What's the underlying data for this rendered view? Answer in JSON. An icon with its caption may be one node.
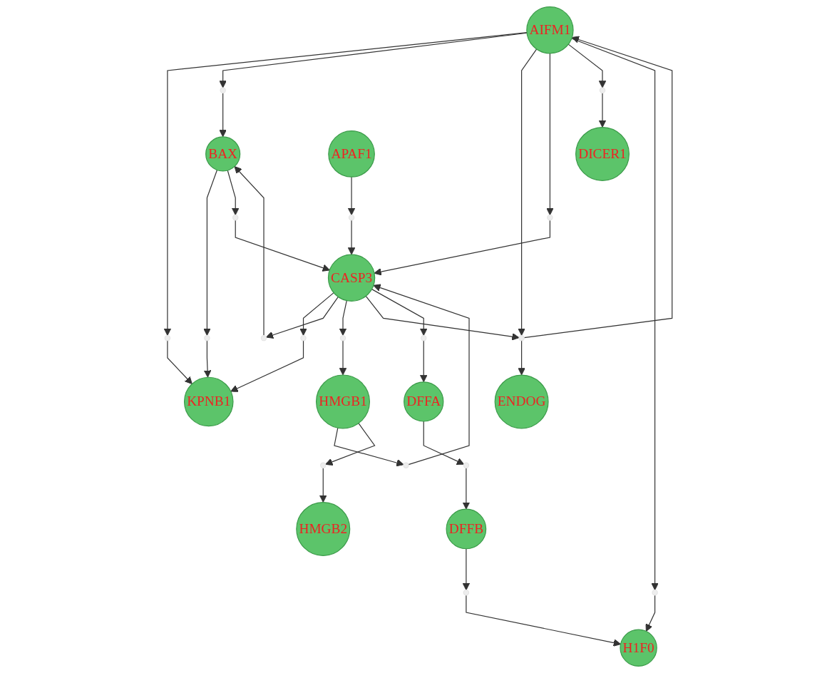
{
  "diagram": {
    "nodes": [
      {
        "text": [],
        "shape": "circle"
      },
      {
        "text": [
          "BAX"
        ]
      },
      {
        "text": [
          "KPNB1"
        ]
      },
      {
        "text": [],
        "shape": "circle"
      },
      {
        "text": [],
        "shape": "circle"
      },
      {
        "text": [],
        "shape": "circle"
      },
      {
        "text": [],
        "shape": "circle"
      },
      {
        "text": [],
        "shape": "circle"
      },
      {
        "text": [],
        "shape": "circle"
      },
      {
        "text": [],
        "shape": "circle"
      },
      {
        "text": [
          "HMGB1"
        ]
      },
      {
        "text": [
          "ENDOG"
        ]
      },
      {
        "text": [
          "CASP3"
        ]
      },
      {
        "text": [],
        "shape": "circle"
      },
      {
        "text": [],
        "shape": "circle"
      },
      {
        "text": [
          "AIFM1"
        ]
      },
      {
        "text": [
          "HMGB2"
        ]
      },
      {
        "text": [],
        "shape": "circle"
      },
      {
        "text": [],
        "shape": "circle"
      },
      {
        "text": [],
        "shape": "circle"
      },
      {
        "text": [],
        "shape": "circle"
      },
      {
        "text": [
          "DICER1"
        ]
      },
      {
        "text": [],
        "shape": "circle"
      },
      {
        "text": [
          "APAF1"
        ]
      },
      {
        "text": [
          "DFFA"
        ]
      },
      {
        "text": [
          "H1F0"
        ]
      },
      {
        "text": [],
        "shape": "circle"
      },
      {
        "text": [],
        "shape": "circle"
      },
      {
        "text": [
          "DFFB"
        ]
      }
    ],
    "edges": [
      {
        "from": 1,
        "to": 0,
        "arrow": "to"
      },
      {
        "from": 0,
        "to": 2,
        "arrow": "to"
      },
      {
        "from": 15,
        "to": 7,
        "arrow": "to"
      },
      {
        "from": 7,
        "to": 2,
        "arrow": "to"
      },
      {
        "from": 15,
        "to": 6,
        "arrow": "to"
      },
      {
        "from": 6,
        "to": 1,
        "arrow": "to"
      },
      {
        "from": 12,
        "to": 5,
        "arrow": "to"
      },
      {
        "from": 5,
        "to": 2,
        "arrow": "to"
      },
      {
        "from": 12,
        "to": 4,
        "arrow": "to"
      },
      {
        "from": 4,
        "to": 1,
        "arrow": "to"
      },
      {
        "from": 1,
        "to": 3,
        "arrow": "to"
      },
      {
        "from": 3,
        "to": 12,
        "arrow": "to"
      },
      {
        "from": 12,
        "to": 8,
        "arrow": "to"
      },
      {
        "from": 8,
        "to": 10,
        "arrow": "to"
      },
      {
        "from": 10,
        "to": 14,
        "arrow": "to"
      },
      {
        "from": 14,
        "to": 12,
        "arrow": "to"
      },
      {
        "from": 10,
        "to": 9,
        "arrow": "to"
      },
      {
        "from": 9,
        "to": 16,
        "arrow": "to"
      },
      {
        "from": 15,
        "to": 13,
        "arrow": "to"
      },
      {
        "from": 13,
        "to": 11,
        "arrow": "to"
      },
      {
        "from": 12,
        "to": 13,
        "arrow": "to"
      },
      {
        "from": 13,
        "to": 15,
        "arrow": "to"
      },
      {
        "from": 15,
        "to": 17,
        "arrow": "to"
      },
      {
        "from": 17,
        "to": 12,
        "arrow": "to"
      },
      {
        "from": 15,
        "to": 19,
        "arrow": "to"
      },
      {
        "from": 19,
        "to": 21,
        "arrow": "to"
      },
      {
        "from": 15,
        "to": 22,
        "arrow": "to"
      },
      {
        "from": 22,
        "to": 25,
        "arrow": "to"
      },
      {
        "from": 23,
        "to": 18,
        "arrow": "to"
      },
      {
        "from": 18,
        "to": 12,
        "arrow": "to"
      },
      {
        "from": 12,
        "to": 20,
        "arrow": "to"
      },
      {
        "from": 20,
        "to": 24,
        "arrow": "to"
      },
      {
        "from": 24,
        "to": 26,
        "arrow": "to"
      },
      {
        "from": 26,
        "to": 28,
        "arrow": "to"
      },
      {
        "from": 28,
        "to": 27,
        "arrow": "to"
      },
      {
        "from": 27,
        "to": 25,
        "arrow": "to"
      }
    ]
  }
}
